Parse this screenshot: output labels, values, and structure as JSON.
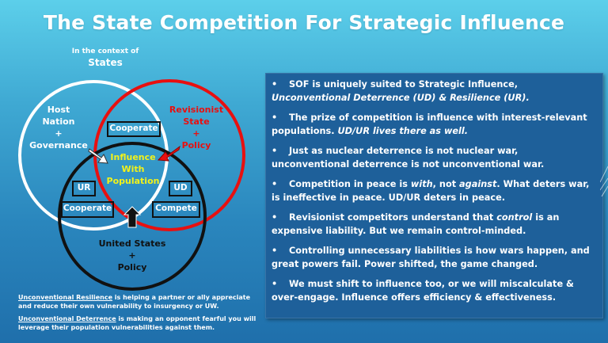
{
  "title": "The State Competition For Strategic Influence",
  "context": {
    "small": "In the context of",
    "big": "States"
  },
  "venn": {
    "circles": [
      {
        "name": "host-nation",
        "color": "#ffffff",
        "label_lines": [
          "Host",
          "Nation",
          "+",
          "Governance"
        ]
      },
      {
        "name": "revisionist-state",
        "color": "#e81010",
        "label_lines": [
          "Revisionist",
          "State",
          "+",
          "Policy"
        ]
      },
      {
        "name": "united-states",
        "color": "#111111",
        "label_lines": [
          "United States",
          "+",
          "Policy"
        ]
      }
    ],
    "center_label_lines": [
      "Influence",
      "With",
      "Population"
    ],
    "boxes": {
      "cooperate_top": "Cooperate",
      "ur": "UR",
      "ud": "UD",
      "cooperate_left": "Cooperate",
      "compete": "Compete"
    },
    "colors": {
      "center_text": "#f2f21a",
      "revisionist": "#e81010"
    }
  },
  "definitions": [
    {
      "term": "Unconventional Resilience",
      "text": " is helping a partner or ally appreciate and reduce their own vulnerability to insurgency or UW."
    },
    {
      "term": "Unconventional Deterrence",
      "text": " is making an opponent fearful you will leverage their population vulnerabilities against them."
    }
  ],
  "bullets": [
    {
      "parts": [
        {
          "t": "SOF is uniquely suited to Strategic Influence, ",
          "i": false
        },
        {
          "t": "Unconventional Deterrence (UD) & Resilience (UR).",
          "i": true
        }
      ]
    },
    {
      "parts": [
        {
          "t": "The prize of competition is influence with interest-relevant populations. ",
          "i": false
        },
        {
          "t": "UD/UR lives there as well.",
          "i": true
        }
      ]
    },
    {
      "parts": [
        {
          "t": "Just as nuclear deterrence is not nuclear war, unconventional deterrence is not unconventional war.",
          "i": false
        }
      ]
    },
    {
      "parts": [
        {
          "t": "Competition in peace is ",
          "i": false
        },
        {
          "t": "with",
          "i": true
        },
        {
          "t": ", not ",
          "i": false
        },
        {
          "t": "against",
          "i": true
        },
        {
          "t": ".  What deters war, is ineffective in peace.  UD/UR deters in peace.",
          "i": false
        }
      ]
    },
    {
      "parts": [
        {
          "t": "Revisionist competitors understand that ",
          "i": false
        },
        {
          "t": "control",
          "i": true
        },
        {
          "t": " is an expensive liability. But we remain control-minded.",
          "i": false
        }
      ]
    },
    {
      "parts": [
        {
          "t": "Controlling unnecessary liabilities is how wars happen, and great powers fail. Power shifted, the game changed.",
          "i": false
        }
      ]
    },
    {
      "parts": [
        {
          "t": "We must shift to influence too, or we will miscalculate & over-engage. Influence offers efficiency & effectiveness.",
          "i": false
        }
      ]
    }
  ],
  "bullet_glyph": "•"
}
